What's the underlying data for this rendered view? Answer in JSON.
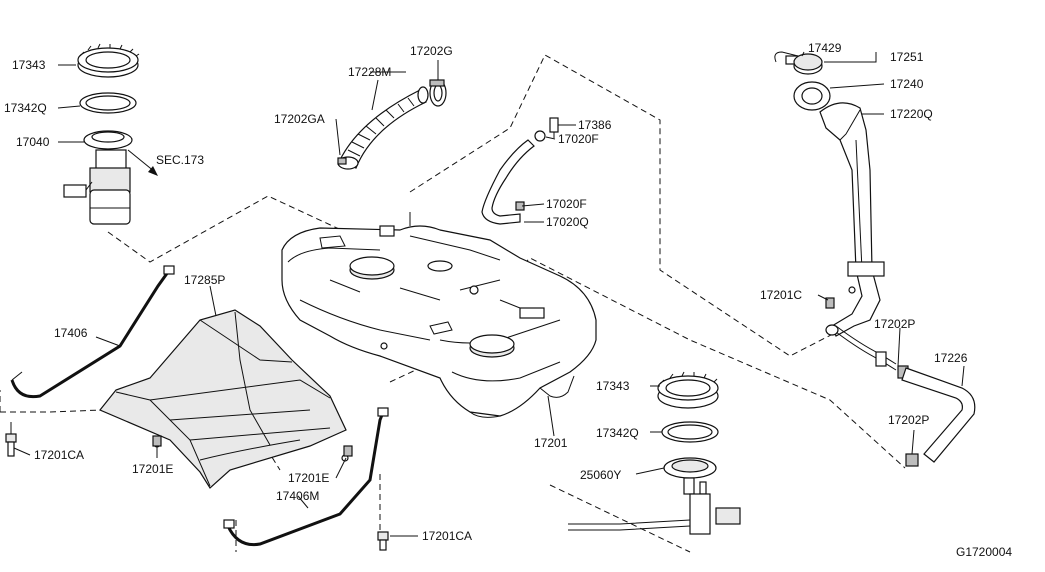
{
  "diagram_id": "G1720004",
  "labels": {
    "p17343_a": "17343",
    "p17342Q_a": "17342Q",
    "p17040": "17040",
    "sec173": "SEC.173",
    "p17228M": "17228M",
    "p17202G": "17202G",
    "p17202GA": "17202GA",
    "p17386": "17386",
    "p17020F_a": "17020F",
    "p17020F_b": "17020F",
    "p17020Q": "17020Q",
    "p17429": "17429",
    "p17251": "17251",
    "p17240": "17240",
    "p17220Q": "17220Q",
    "p17285P": "17285P",
    "p17406": "17406",
    "p17201CA_a": "17201CA",
    "p17201E_a": "17201E",
    "p17201E_b": "17201E",
    "p17406M": "17406M",
    "p17201CA_b": "17201CA",
    "p17201": "17201",
    "p17343_b": "17343",
    "p17342Q_b": "17342Q",
    "p25060Y": "25060Y",
    "p17201C": "17201C",
    "p17202P_a": "17202P",
    "p17226": "17226",
    "p17202P_b": "17202P"
  }
}
